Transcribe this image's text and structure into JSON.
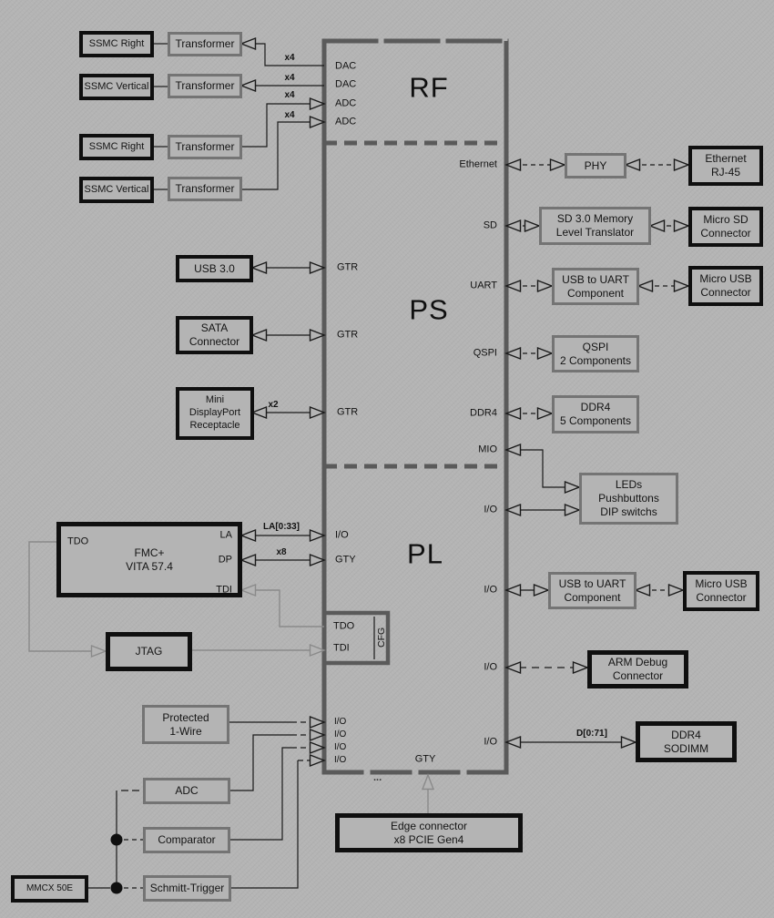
{
  "colors": {
    "background": "#b4b4b4",
    "soc_border": "#5a5a5a",
    "box_border_black": "#0f0f0f",
    "box_border_gray": "#747474",
    "wire": "#1a1a1a",
    "wire_gray": "#8a8a8a"
  },
  "soc": {
    "sections": {
      "rf": "RF",
      "ps": "PS",
      "pl": "PL"
    },
    "cfg": {
      "label": "CFG",
      "pins": [
        "TDO",
        "TDI"
      ]
    },
    "pins": {
      "rf_left": [
        "DAC",
        "DAC",
        "ADC",
        "ADC"
      ],
      "ps_left": [
        "GTR",
        "GTR",
        "GTR"
      ],
      "ps_right": [
        "Ethernet",
        "SD",
        "UART",
        "QSPI",
        "DDR4",
        "MIO"
      ],
      "pl_left": [
        "I/O",
        "GTY"
      ],
      "pl_left_bottom": [
        "I/O",
        "I/O",
        "I/O",
        "I/O"
      ],
      "pl_right": [
        "I/O",
        "I/O",
        "I/O",
        "I/O"
      ],
      "pl_bottom": "GTY",
      "more": "..."
    }
  },
  "fmc": {
    "label": "FMC+\nVITA 57.4",
    "pins": {
      "tdo": "TDO",
      "la": "LA",
      "dp": "DP",
      "tdi": "TDI"
    }
  },
  "boxes": {
    "ssmc_right_1": "SSMC Right",
    "transformer_1": "Transformer",
    "ssmc_vertical_1": "SSMC Vertical",
    "transformer_2": "Transformer",
    "ssmc_right_2": "SSMC Right",
    "transformer_3": "Transformer",
    "ssmc_vertical_2": "SSMC Vertical",
    "transformer_4": "Transformer",
    "usb3": "USB 3.0",
    "sata": "SATA\nConnector",
    "minidp": "Mini\nDisplayPort\nReceptacle",
    "jtag": "JTAG",
    "one_wire": "Protected\n1-Wire",
    "adc": "ADC",
    "comparator": "Comparator",
    "schmitt": "Schmitt-Trigger",
    "mmcx": "MMCX 50E",
    "phy": "PHY",
    "eth_rj45": "Ethernet\nRJ-45",
    "sd_xlat": "SD 3.0 Memory\nLevel Translator",
    "micro_sd": "Micro SD\nConnector",
    "usb_uart_ps": "USB to UART\nComponent",
    "micro_usb_ps": "Micro USB\nConnector",
    "qspi2": "QSPI\n2 Components",
    "ddr4_5": "DDR4\n5 Components",
    "leds": "LEDs\nPushbuttons\nDIP switchs",
    "usb_uart_pl": "USB to UART\nComponent",
    "micro_usb_pl": "Micro USB\nConnector",
    "arm_debug": "ARM Debug\nConnector",
    "ddr4_sodimm": "DDR4\nSODIMM",
    "edge_conn": "Edge connector\nx8 PCIE Gen4"
  },
  "wire_labels": {
    "dac1": "x4",
    "dac2": "x4",
    "adc1": "x4",
    "adc2": "x4",
    "mdp": "x2",
    "la_bus": "LA[0:33]",
    "dp_bus": "x8",
    "ddr_bus": "D[0:71]"
  }
}
